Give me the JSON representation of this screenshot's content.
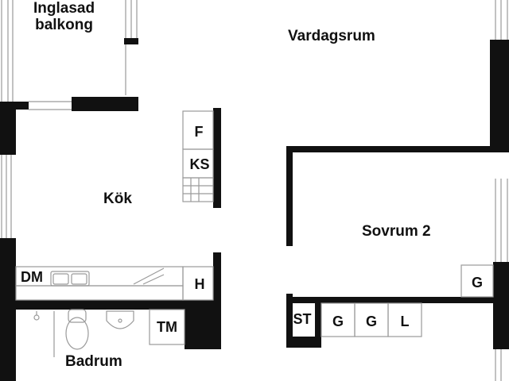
{
  "rooms": {
    "balcony": "Inglasad\nbalkong",
    "living_room": "Vardagsrum",
    "kitchen": "Kök",
    "bedroom2": "Sovrum 2",
    "bathroom": "Badrum"
  },
  "fixtures": {
    "fridge": "F",
    "freezer": "KS",
    "dishwasher": "DM",
    "h_cabinet": "H",
    "washing_machine": "TM",
    "storage": "ST",
    "wardrobe_bedroom": "G",
    "wardrobe_1": "G",
    "wardrobe_2": "G",
    "linen_closet": "L"
  },
  "colors": {
    "wall": "#111111",
    "fixture_line": "#9a9a9a",
    "background": "#ffffff"
  }
}
